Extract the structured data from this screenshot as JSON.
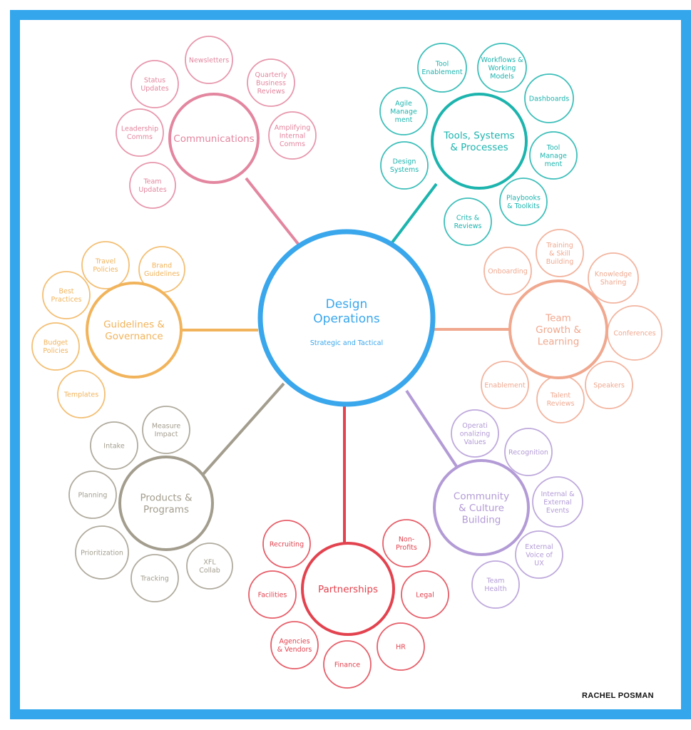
{
  "center": {
    "title_lines": [
      "Design",
      "Operations"
    ],
    "subtitle": "Strategic and Tactical",
    "color": "#3aa7ec"
  },
  "author": "RACHEL POSMAN",
  "branches": [
    {
      "id": "communications",
      "title_lines": [
        "Communications"
      ],
      "color": "#e3869f",
      "items": [
        [
          "Newsletters"
        ],
        [
          "Status",
          "Updates"
        ],
        [
          "Quarterly",
          "Business",
          "Reviews"
        ],
        [
          "Leadership",
          "Comms"
        ],
        [
          "Amplifying",
          "Internal",
          "Comms"
        ],
        [
          "Team",
          "Updates"
        ]
      ]
    },
    {
      "id": "tools-systems-processes",
      "title_lines": [
        "Tools, Systems",
        "& Processes"
      ],
      "color": "#1db4ae",
      "items": [
        [
          "Tool",
          "Enablement"
        ],
        [
          "Workflows &",
          "Working",
          "Models"
        ],
        [
          "Agile",
          "Manage",
          "ment"
        ],
        [
          "Dashboards"
        ],
        [
          "Design",
          "Systems"
        ],
        [
          "Tool",
          "Manage",
          "ment"
        ],
        [
          "Playbooks",
          "& Toolkits"
        ],
        [
          "Crits &",
          "Reviews"
        ]
      ]
    },
    {
      "id": "team-growth-learning",
      "title_lines": [
        "Team",
        "Growth &",
        "Learning"
      ],
      "color": "#f0a88f",
      "items": [
        [
          "Onboarding"
        ],
        [
          "Training",
          "& Skill",
          "Building"
        ],
        [
          "Knowledge",
          "Sharing"
        ],
        [
          "Conferences"
        ],
        [
          "Speakers"
        ],
        [
          "Talent",
          "Reviews"
        ],
        [
          "Enablement"
        ]
      ]
    },
    {
      "id": "community-culture-building",
      "title_lines": [
        "Community",
        "& Culture",
        "Building"
      ],
      "color": "#b39bd6",
      "items": [
        [
          "Operati",
          "onalizing",
          "Values"
        ],
        [
          "Recognition"
        ],
        [
          "Internal &",
          "External",
          "Events"
        ],
        [
          "External",
          "Voice of",
          "UX"
        ],
        [
          "Team",
          "Health"
        ]
      ]
    },
    {
      "id": "partnerships",
      "title_lines": [
        "Partnerships"
      ],
      "color": "#e2434f",
      "items": [
        [
          "Recruiting"
        ],
        [
          "Non-",
          "Profits"
        ],
        [
          "Facilities"
        ],
        [
          "Legal"
        ],
        [
          "Agencies",
          "& Vendors"
        ],
        [
          "HR"
        ],
        [
          "Finance"
        ]
      ]
    },
    {
      "id": "products-programs",
      "title_lines": [
        "Products &",
        "Programs"
      ],
      "color": "#a39d8e",
      "items": [
        [
          "Measure",
          "Impact"
        ],
        [
          "Intake"
        ],
        [
          "Planning"
        ],
        [
          "Prioritization"
        ],
        [
          "Tracking"
        ],
        [
          "XFL",
          "Collab"
        ]
      ]
    },
    {
      "id": "guidelines-governance",
      "title_lines": [
        "Guidelines &",
        "Governance"
      ],
      "color": "#f1b45c",
      "items": [
        [
          "Travel",
          "Policies"
        ],
        [
          "Brand",
          "Guidelines"
        ],
        [
          "Best",
          "Practices"
        ],
        [
          "Budget",
          "Policies"
        ],
        [
          "Templates"
        ]
      ]
    }
  ]
}
